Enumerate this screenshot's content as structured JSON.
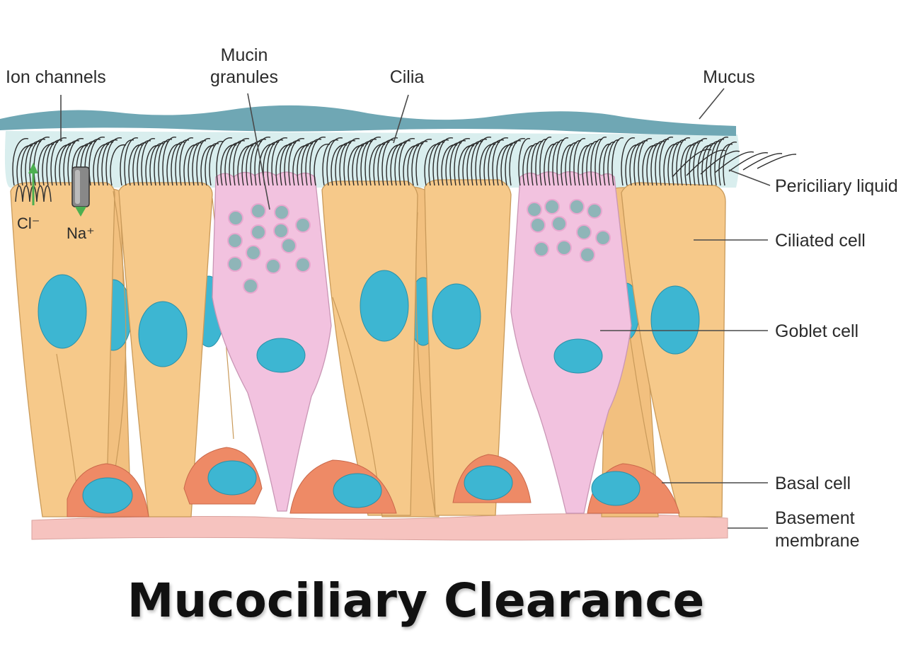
{
  "labels": {
    "ion_channels": "Ion channels",
    "mucin_line1": "Mucin",
    "mucin_line2": "granules",
    "cilia": "Cilia",
    "mucus": "Mucus",
    "periciliary_liquid": "Periciliary liquid",
    "ciliated_cell": "Ciliated cell",
    "goblet_cell": "Goblet cell",
    "basal_cell": "Basal cell",
    "basement_line1": "Basement",
    "basement_line2": "membrane",
    "chloride": "Cl⁻",
    "sodium": "Na⁺"
  },
  "title": "Mucociliary Clearance",
  "colors": {
    "ciliated_cell": "#f6c98a",
    "goblet_cell": "#f2c2df",
    "nucleus": "#3db6d2",
    "basal_cell": "#ee8a66",
    "basement_membrane": "#f6c3bf",
    "mucus": "#6fa7b4",
    "periciliary_liquid": "#d9eeee",
    "granule": "#8fb5b8"
  }
}
